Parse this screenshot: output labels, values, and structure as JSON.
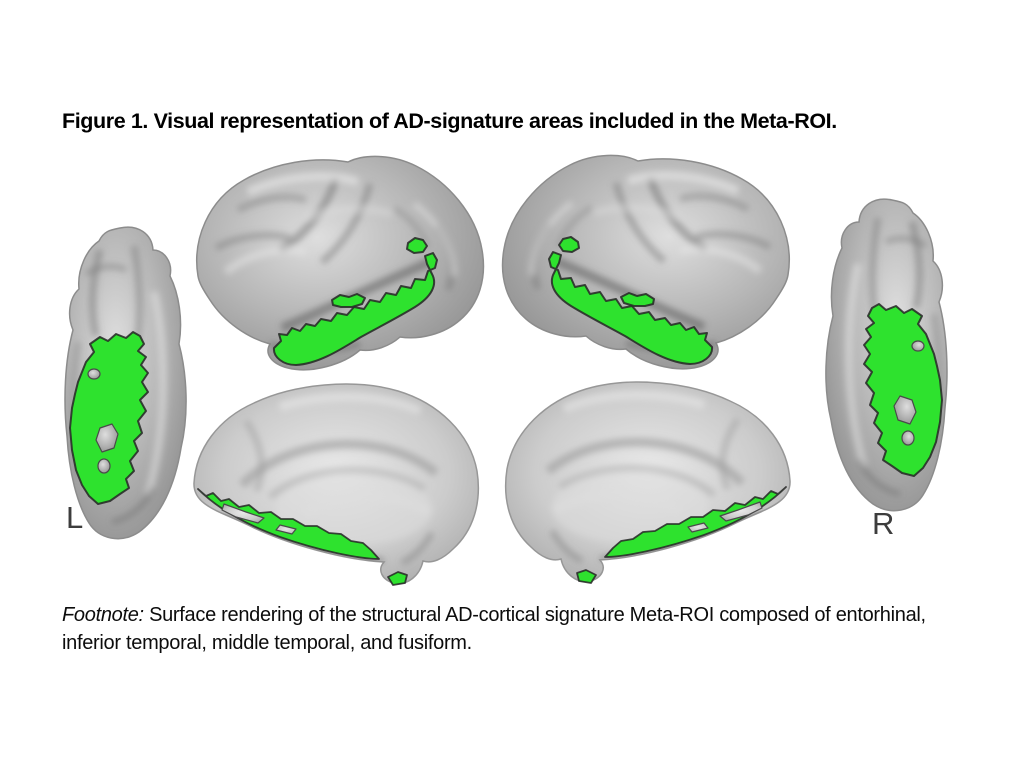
{
  "title": "Figure 1. Visual representation of AD-signature areas included in the Meta-ROI.",
  "figure": {
    "hemisphere_labels": {
      "left": "L",
      "right": "R"
    },
    "roi_color": "#2EE22E"
  },
  "footnote": {
    "label": "Footnote:",
    "text": " Surface rendering of the structural AD-cortical signature Meta-ROI composed of entorhinal, inferior temporal, middle temporal, and fusiform."
  }
}
